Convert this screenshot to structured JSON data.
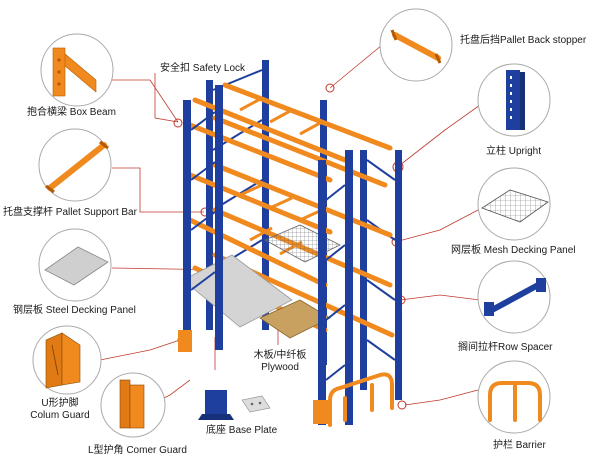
{
  "labels": {
    "safety_lock": "安全扣 Safety Lock",
    "box_beam": "抱合横梁 Box Beam",
    "pallet_support_bar": "托盘支撑杆 Pallet Support Bar",
    "steel_decking_panel": "钢层板 Steel Decking Panel",
    "u_guard_line1": "U形护脚",
    "u_guard_line2": "Colum Guard",
    "corner_guard": "L型护角 Comer Guard",
    "base_plate": "底座 Base Plate",
    "plywood_line1": "木板/中纤板",
    "plywood_line2": "Plywood",
    "pallet_back_stopper": "托盘后挡Pallet Back stopper",
    "upright": "立柱 Upright",
    "mesh_decking_panel": "网层板 Mesh Decking Panel",
    "row_spacer": "搁间拉杆Row Spacer",
    "barrier": "护栏 Barrier"
  },
  "colors": {
    "upright_blue": "#1f3f9e",
    "beam_orange": "#f08a1e",
    "leader_line": "#c0392b",
    "circle_border": "#aaaaaa",
    "steel_panel": "#d4d4d4",
    "plywood": "#c8a060"
  },
  "icons": {
    "box_beam": "box-beam-icon",
    "pallet_support_bar": "support-bar-icon",
    "steel_decking_panel": "steel-panel-icon",
    "column_guard": "u-guard-icon",
    "corner_guard": "corner-guard-icon",
    "pallet_back_stopper": "back-stopper-icon",
    "upright": "upright-icon",
    "mesh_decking_panel": "mesh-panel-icon",
    "row_spacer": "row-spacer-icon",
    "barrier": "barrier-icon"
  }
}
